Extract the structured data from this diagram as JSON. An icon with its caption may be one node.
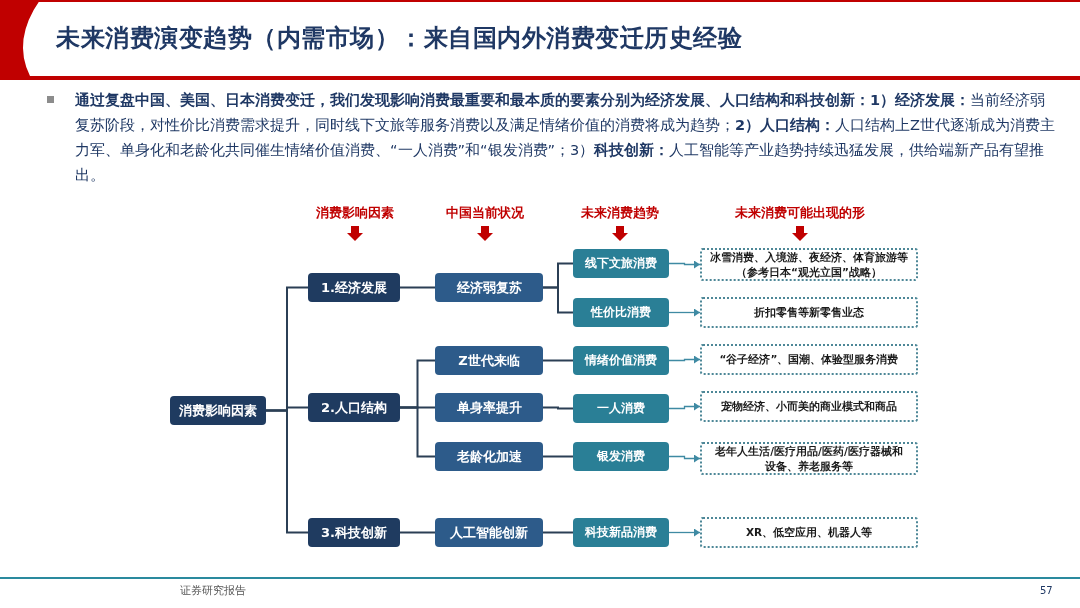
{
  "diagram": {
    "title": "未来消费演变趋势（内需市场）：来自国内外消费变迁历史经验",
    "nodes": [
      {
        "text": [
          "消费影响因素"
        ]
      },
      {
        "text": [
          "1.经济发展"
        ]
      },
      {
        "text": [
          "2.人口结构"
        ]
      },
      {
        "text": [
          "3.科技创新"
        ]
      },
      {
        "text": [
          "经济弱复苏"
        ]
      },
      {
        "text": [
          "Z世代来临"
        ]
      },
      {
        "text": [
          "单身率提升"
        ]
      },
      {
        "text": [
          "老龄化加速"
        ]
      },
      {
        "text": [
          "人工智能创新"
        ]
      },
      {
        "text": [
          "线下文旅消费"
        ]
      },
      {
        "text": [
          "性价比消费"
        ]
      },
      {
        "text": [
          "情绪价值消费"
        ]
      },
      {
        "text": [
          "一人消费"
        ]
      },
      {
        "text": [
          "银发消费"
        ]
      },
      {
        "text": [
          "科技新品消费"
        ]
      },
      {
        "text": [
          "冰雪消费、入境游、夜经济、体育旅游等（参考日本“观光立国”战略）"
        ]
      },
      {
        "text": [
          "折扣零售等新零售业态"
        ]
      },
      {
        "text": [
          "“谷子经济”、国潮、体验型服务消费"
        ]
      },
      {
        "text": [
          "宠物经济、小而美的商业模式和商品"
        ]
      },
      {
        "text": [
          "老年人生活/医疗用品/医药/医疗器械和设备、养老服务等"
        ]
      },
      {
        "text": [
          "XR、低空应用、机器人等"
        ]
      }
    ],
    "edges": [
      {
        "from": 0,
        "to": 1,
        "arrow": "none"
      },
      {
        "from": 0,
        "to": 2,
        "arrow": "none"
      },
      {
        "from": 0,
        "to": 3,
        "arrow": "none"
      },
      {
        "from": 1,
        "to": 4,
        "arrow": "none"
      },
      {
        "from": 2,
        "to": 5,
        "arrow": "none"
      },
      {
        "from": 2,
        "to": 6,
        "arrow": "none"
      },
      {
        "from": 2,
        "to": 7,
        "arrow": "none"
      },
      {
        "from": 3,
        "to": 8,
        "arrow": "none"
      },
      {
        "from": 4,
        "to": 9,
        "arrow": "none"
      },
      {
        "from": 4,
        "to": 10,
        "arrow": "none"
      },
      {
        "from": 5,
        "to": 11,
        "arrow": "none"
      },
      {
        "from": 6,
        "to": 12,
        "arrow": "none"
      },
      {
        "from": 7,
        "to": 13,
        "arrow": "none"
      },
      {
        "from": 8,
        "to": 14,
        "arrow": "none"
      },
      {
        "from": 9,
        "to": 15,
        "arrow": "to",
        "color": "#3f8aa3"
      },
      {
        "from": 10,
        "to": 16,
        "arrow": "to",
        "color": "#3f8aa3"
      },
      {
        "from": 11,
        "to": 17,
        "arrow": "to",
        "color": "#3f8aa3"
      },
      {
        "from": 12,
        "to": 18,
        "arrow": "to",
        "color": "#3f8aa3"
      },
      {
        "from": 13,
        "to": 19,
        "arrow": "to",
        "color": "#3f8aa3"
      },
      {
        "from": 14,
        "to": 20,
        "arrow": "to",
        "color": "#3f8aa3"
      }
    ],
    "labels": [
      "**通过复盘中国、美国、日本消费变迁，我们发现影响消费最重要和最本质的要素分别为经济发展、人口结构和科技创新：1）经济发展：**当前经济弱复苏阶段，对性价比消费需求提升，同时线下文旅等服务消费以及满足情绪价值的消费将成为趋势；**2）人口结构：**人口结构上Z世代逐渐成为消费主力军、单身化和老龄化共同催生情绪价值消费、“一人消费”和“银发消费”；3）**科技创新：**人工智能等产业趋势持续迅猛发展，供给端新产品有望推出。",
      "消费影响因素",
      "中国当前状况",
      "未来消费趋势",
      "未来消费可能出现的形",
      "证券研究报告",
      "57"
    ]
  }
}
